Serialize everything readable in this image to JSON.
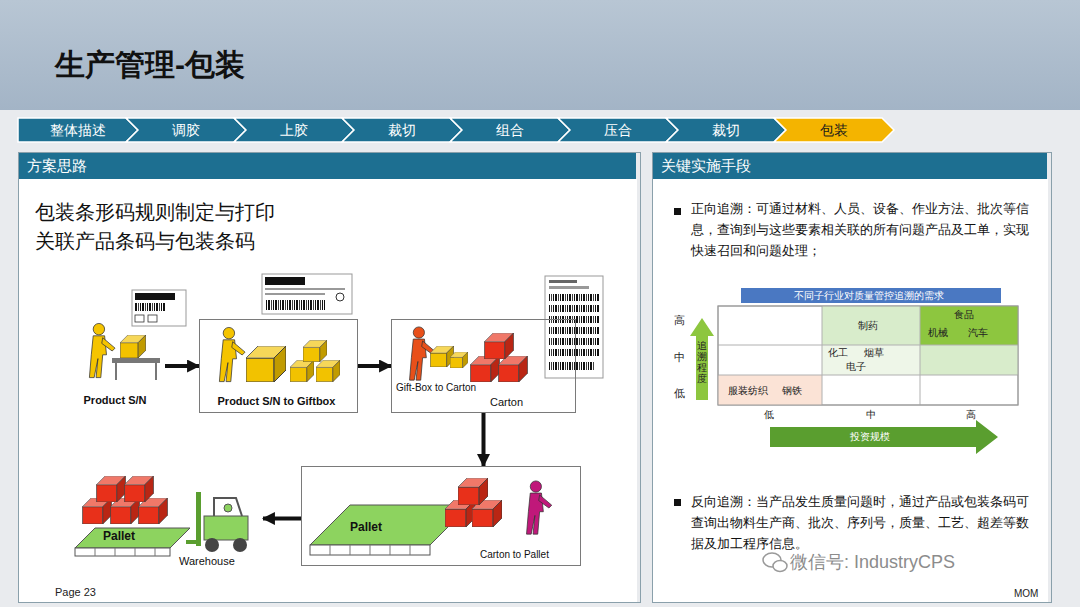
{
  "diagram": {
    "title": "生产管理-包装",
    "nodes": [
      {
        "text": [
          "整体描述"
        ]
      },
      {
        "text": [
          "调胶"
        ]
      },
      {
        "text": [
          "上胶"
        ]
      },
      {
        "text": [
          "裁切"
        ]
      },
      {
        "text": [
          "组合"
        ]
      },
      {
        "text": [
          "压合"
        ]
      },
      {
        "text": [
          "裁切"
        ]
      },
      {
        "text": [
          "包装"
        ]
      },
      {
        "text": [
          "方案思路",
          "包装条形码规则制定与打印",
          "关联产品条码与包装条码"
        ]
      },
      {
        "text": [
          "Product S/N"
        ],
        "in": 8
      },
      {
        "text": [
          "Product S/N to Giftbox"
        ],
        "in": 8
      },
      {
        "text": [
          "Gift-Box to Carton",
          "Carton"
        ],
        "in": 8
      },
      {
        "text": [
          "Pallet",
          "Carton to Pallet"
        ],
        "in": 8
      },
      {
        "text": [
          "Pallet",
          "Warehouse"
        ],
        "in": 8
      },
      {
        "text": [
          "关键实施手段",
          "正向追溯：可通过材料、人员、设备、作业方法、批次等信息，查询到与这些要素相关联的所有问题产品及工单，实现快速召回和问题处理；",
          "反向追溯：当产品发生质量问题时，通过产品或包装条码可查询出物料生产商、批次、序列号，质量、工艺、超差等数据及加工程序信息。"
        ]
      },
      {
        "text": [
          "不同子行业对质量管控追溯的需求"
        ],
        "in": 14
      }
    ],
    "edges": [
      {
        "from": 9,
        "to": 10,
        "arrow": "to"
      },
      {
        "from": 10,
        "to": 11,
        "arrow": "to"
      },
      {
        "from": 11,
        "to": 12,
        "arrow": "to"
      },
      {
        "from": 12,
        "to": 13,
        "arrow": "to"
      }
    ],
    "labels": [
      "高",
      "中",
      "低",
      "追溯程度",
      "食品",
      "机械",
      "汽车",
      "制药",
      "化工",
      "烟草",
      "电子",
      "服装纺织",
      "钢铁",
      "低",
      "中",
      "高",
      "投资规模",
      "Page 23",
      "MOM",
      "微信号: IndustryCPS"
    ]
  }
}
